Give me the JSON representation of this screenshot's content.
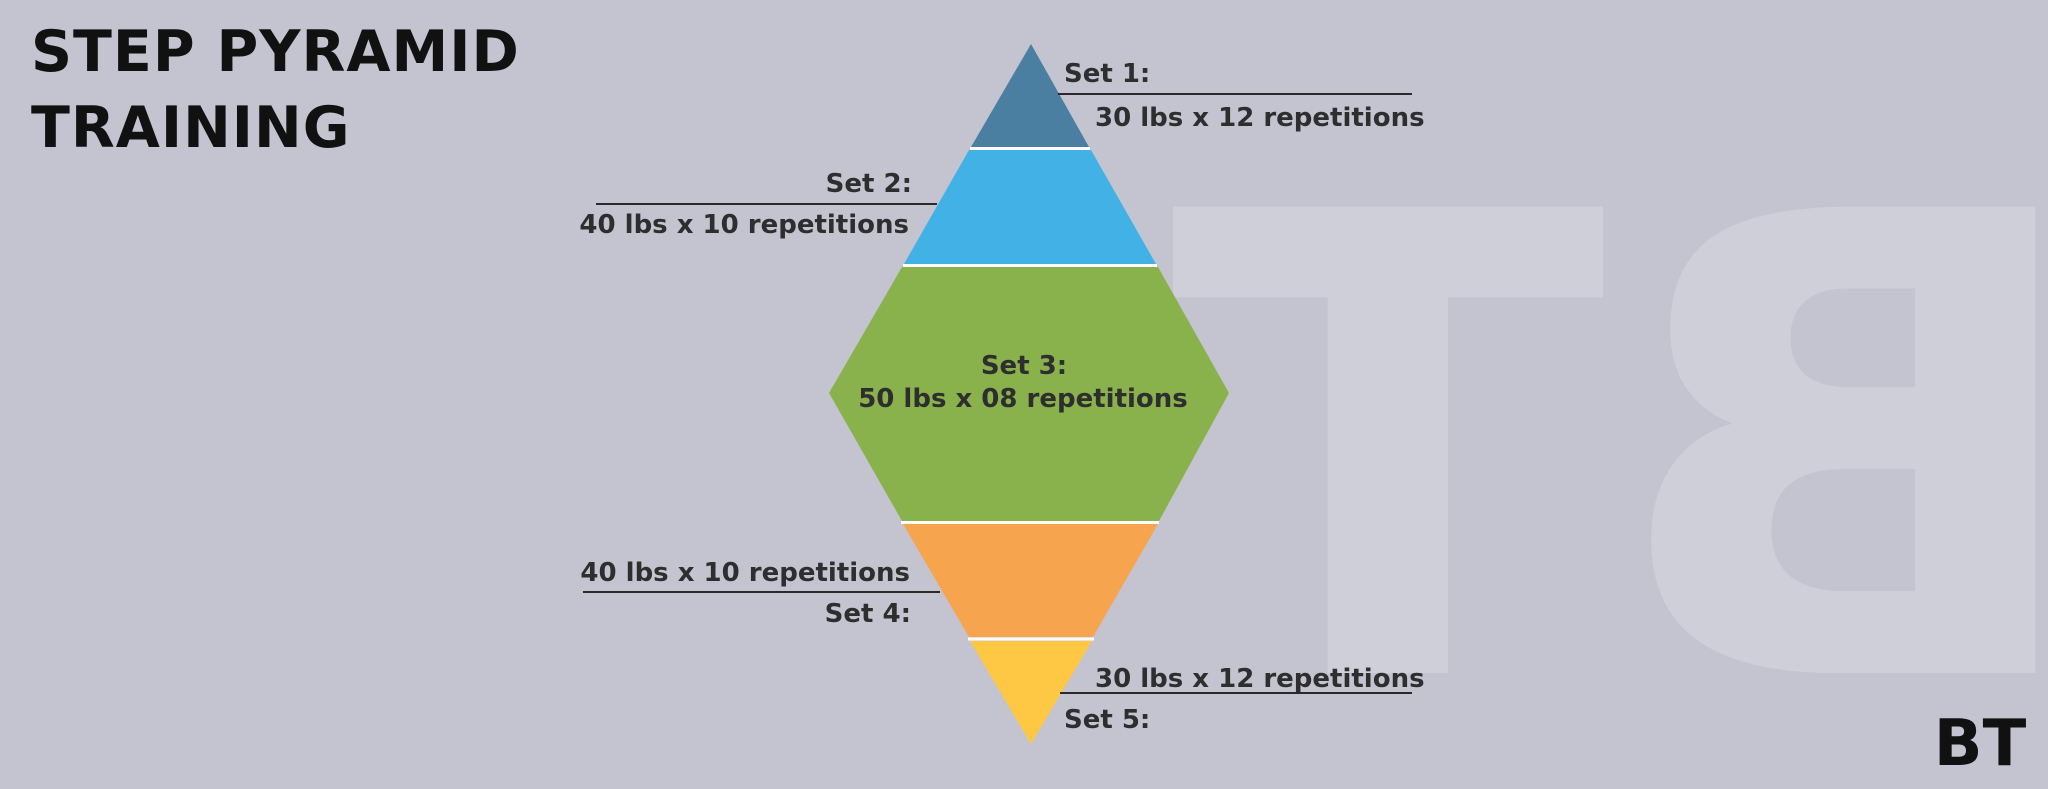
{
  "title_lines": [
    "STEP PYRAMID",
    "TRAINING"
  ],
  "watermark": "BT",
  "logo": "BT",
  "sets": [
    {
      "label": "Set 1:",
      "detail": "30 lbs x 12 repetitions",
      "color": "#4a7fa1"
    },
    {
      "label": "Set 2:",
      "detail": "40 lbs x 10 repetitions",
      "color": "#41b1e6"
    },
    {
      "label": "Set 3:",
      "detail": "50 lbs x 08 repetitions",
      "color": "#89b24c"
    },
    {
      "label": "Set 4:",
      "detail": "40 lbs x 10 repetitions",
      "color": "#f6a44d"
    },
    {
      "label": "Set 5:",
      "detail": "30 lbs x 12 repetitions",
      "color": "#ffc844"
    }
  ],
  "colors": {
    "background": "#c4c4d0",
    "watermark": "#cfcfd9",
    "separator": "#ffffff",
    "text": "#2e2e2e"
  }
}
